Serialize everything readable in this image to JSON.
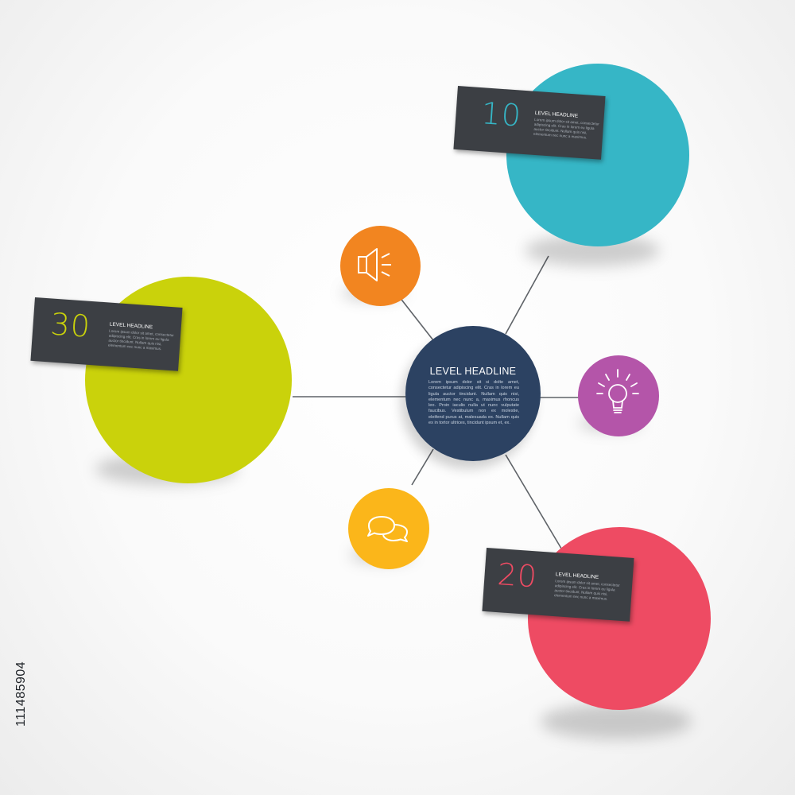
{
  "center": {
    "headline": "LEVEL HEADLINE",
    "body": "Lorem ipsum dolor sit si dolte amet, consectetur adipiscing elit. Cras in lorem eu ligula auctor tincidunt. Nullam quis nisi, elementum nec nunc a, maximus rhoncus leo. Proin iaculis nulla ut nunc vulputate faucibus. Vestibulum non ex molestie, eleifend purus at, malesuada ex. Nullam quis ex in tortor ultrices, tincidunt ipsum et, ex.",
    "color": "#2c4262"
  },
  "levels": [
    {
      "number": "10",
      "headline": "LEVEL HEADLINE",
      "body": "Lorem ipsum dolor sit amet, consectetur adipiscing elit. Cras in lorem eu ligula auctor tincidunt. Nullam quis nisi, elementum nec nunc a maximus.",
      "color": "#36b6c6"
    },
    {
      "number": "20",
      "headline": "LEVEL HEADLINE",
      "body": "Lorem ipsum dolor sit amet, consectetur adipiscing elit. Cras in lorem eu ligula auctor tincidunt. Nullam quis nisi, elementum nec nunc a maximus.",
      "color": "#ee4b63"
    },
    {
      "number": "30",
      "headline": "LEVEL HEADLINE",
      "body": "Lorem ipsum dolor sit amet, consectetur adipiscing elit. Cras in lorem eu ligula auctor tincidunt. Nullam quis nisi, elementum nec nunc a maximus.",
      "color": "#cad20b"
    }
  ],
  "icons": [
    {
      "name": "speaker-icon",
      "color": "#f28520"
    },
    {
      "name": "lightbulb-icon",
      "color": "#b455a9"
    },
    {
      "name": "chat-bubbles-icon",
      "color": "#fbb61a"
    }
  ],
  "stock_id": "111485904"
}
